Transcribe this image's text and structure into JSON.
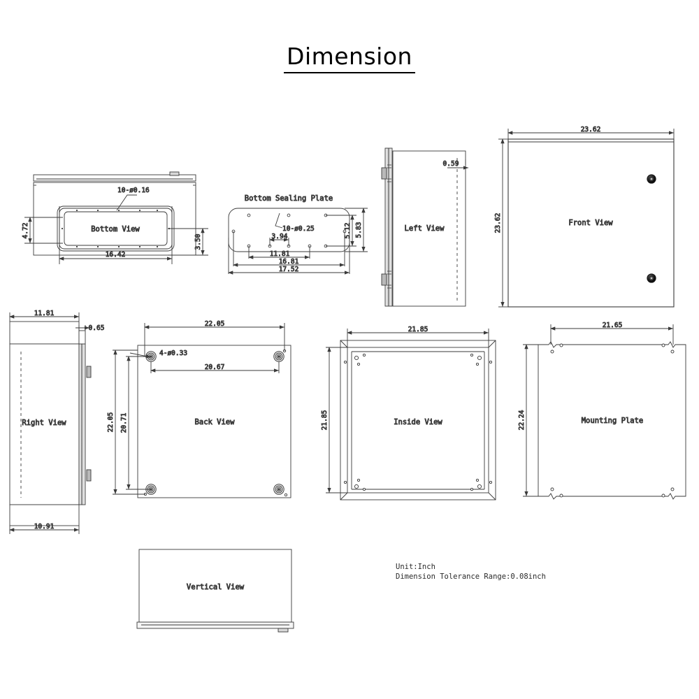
{
  "sheet": {
    "title": "Dimension",
    "unit_note": "Unit:Inch",
    "tolerance_note": "Dimension Tolerance Range:0.08inch",
    "line_color": "#3a3a3a",
    "text_color": "#2a2a2a",
    "background": "#ffffff"
  },
  "views": {
    "bottom": {
      "label": "Bottom View",
      "hole_callout": "10-ø0.16",
      "dim_width": "16.42",
      "dim_inner_height": "4.72",
      "dim_right_height": "3.50"
    },
    "bottom_sealing_plate": {
      "label": "Bottom Sealing Plate",
      "hole_callout": "10-ø0.25",
      "dim_inner_small": "3.94",
      "dim_mid": "11.81",
      "dim_second": "16.81",
      "dim_overall_width": "17.52",
      "dim_inner_height": "5.12",
      "dim_overall_height": "5.83"
    },
    "left": {
      "label": "Left View",
      "dim_door_offset": "0.59"
    },
    "front": {
      "label": "Front View",
      "dim_width": "23.62",
      "dim_height": "23.62"
    },
    "right": {
      "label": "Right View",
      "dim_top_width": "11.81",
      "dim_flange": "0.65",
      "dim_bottom_width": "10.91"
    },
    "back": {
      "label": "Back View",
      "hole_callout": "4-ø0.33",
      "dim_top_width": "22.05",
      "dim_inner_width": "20.67",
      "dim_left_height": "22.05",
      "dim_inner_height": "20.71"
    },
    "inside": {
      "label": "Inside View",
      "dim_width": "21.85",
      "dim_height": "21.85"
    },
    "mounting_plate": {
      "label": "Mounting Plate",
      "dim_width": "21.65",
      "dim_height": "22.24"
    },
    "vertical": {
      "label": "Vertical View"
    }
  }
}
